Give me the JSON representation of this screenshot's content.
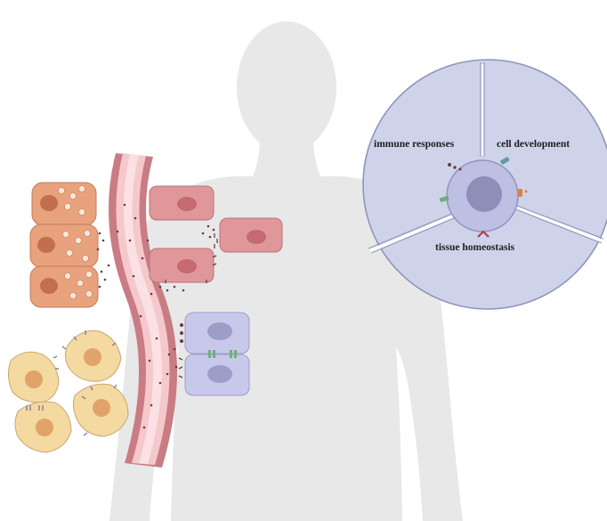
{
  "segments": [
    {
      "id": "immune",
      "label": "immune responses"
    },
    {
      "id": "development",
      "label": "cell development"
    },
    {
      "id": "homeostasis",
      "label": "tissue homeostasis"
    }
  ],
  "colors": {
    "background": "#ffffff",
    "body_silhouette": "#e8e8e8",
    "circle_fill": "#cfd3ea",
    "circle_stroke": "#8f95bd",
    "cell_fill": "#bdbfe3",
    "nucleus": "#8d8fb9",
    "vessel_outer": "#c97c84",
    "vessel_inner": "#f5c8cc",
    "vessel_core": "#fbe1e3",
    "orange_cell": "#e8a27d",
    "orange_nucleus": "#c46e50",
    "red_cell": "#e0979a",
    "red_nucleus": "#c56a70",
    "blue_cell": "#c7c8ea",
    "blue_nucleus": "#9c9ec7",
    "yellow_cell": "#f4d9a0",
    "yellow_nucleus": "#e0a46b",
    "receptor_teal": "#5e9aa8",
    "receptor_green": "#6fae7c",
    "receptor_orange": "#e0803c",
    "receptor_red": "#b23a55",
    "ligand_dot": "#6b3b46"
  }
}
